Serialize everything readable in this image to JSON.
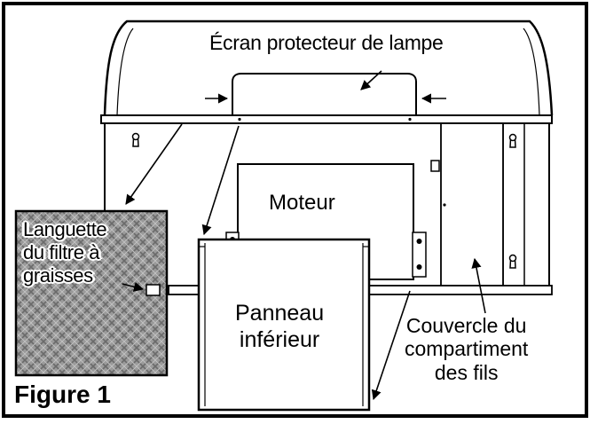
{
  "diagram": {
    "figure_label": "Figure 1",
    "labels": {
      "lamp_shield": "Écran protecteur de lampe",
      "motor": "Moteur",
      "bottom_panel": [
        "Panneau",
        "inférieur"
      ],
      "grease_filter_tab": [
        "Languette",
        "du filtre à",
        "graisses"
      ],
      "wiring_cover": [
        "Couvercle du",
        "compartiment",
        "des fils"
      ]
    }
  }
}
